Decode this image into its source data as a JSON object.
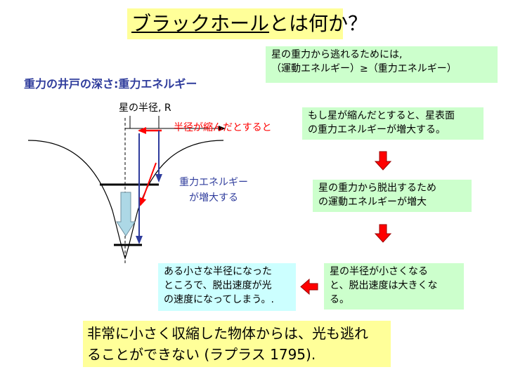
{
  "title": {
    "underlined": "ブラックホール",
    "rest": "とは何か？"
  },
  "subtitle": "重力の井戸の深さ:重力エネルギー",
  "diagram": {
    "radius_label": "星の半径, R",
    "shrink_label": "半径が縮んだとすると",
    "energy_label_line1": "重力エネルギー",
    "energy_label_line2": "が増大する"
  },
  "box_escape_condition": {
    "line1": "星の重力から逃れるためには,",
    "line2": "（運動エネルギー）≥（重力エネルギー）"
  },
  "box_shrink": {
    "line1": "もし星が縮んだとすると、星表面",
    "line2": "の重力エネルギーが増大する。"
  },
  "box_kinetic": {
    "line1": "星の重力から脱出するため",
    "line2": "の運動エネルギーが増大"
  },
  "box_velocity": {
    "line1": "星の半径が小さくなる",
    "line2": "と、脱出速度は大きくな",
    "line3": "る。"
  },
  "box_light": {
    "line1": "ある小さな半径になった",
    "line2": "ところで、脱出速度が光",
    "line3": "の速度になってしまう。."
  },
  "conclusion": {
    "line1": "非常に小さく収縮した物体からは、光も逃れ",
    "line2": "ることができない (ラプラス 1795)."
  },
  "colors": {
    "highlight_yellow": "#ffff99",
    "green_box": "#ccffcc",
    "cyan_box": "#ccffff",
    "red_arrow": "#ff0000",
    "navy_text": "#2f3c9c",
    "well_arrow": "#add8e6"
  }
}
